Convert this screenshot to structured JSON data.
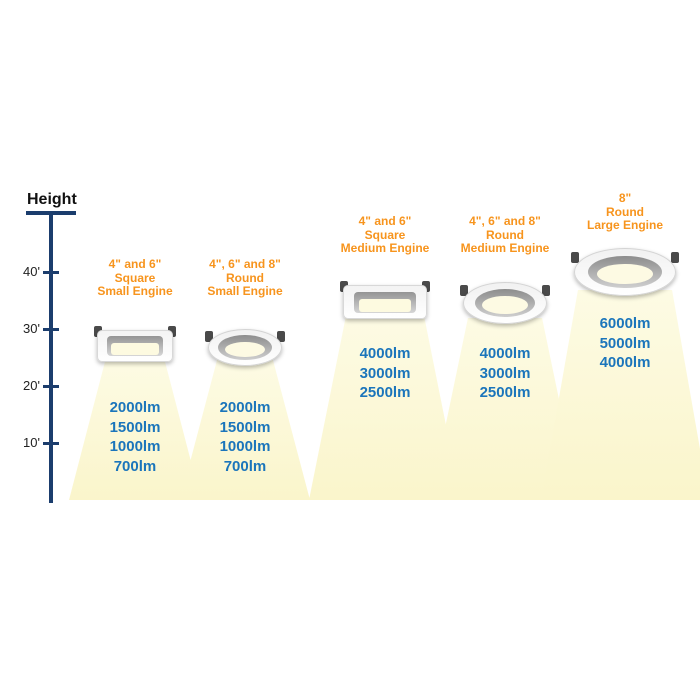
{
  "axis": {
    "title": "Height",
    "ticks": [
      "40'",
      "30'",
      "20'",
      "10'"
    ]
  },
  "colors": {
    "label_orange": "#F7941D",
    "lumen_blue": "#1B75BB",
    "axis_navy": "#1B3D6D",
    "beam_yellow": "#FBF7D2"
  },
  "fixtures": [
    {
      "shape": "square",
      "label": [
        "4\" and 6\"",
        "Square",
        "Small Engine"
      ],
      "lumens": [
        "2000lm",
        "1500lm",
        "1000lm",
        "700lm"
      ]
    },
    {
      "shape": "round",
      "label": [
        "4\", 6\" and 8\"",
        "Round",
        "Small Engine"
      ],
      "lumens": [
        "2000lm",
        "1500lm",
        "1000lm",
        "700lm"
      ]
    },
    {
      "shape": "square",
      "label": [
        "4\" and 6\"",
        "Square",
        "Medium Engine"
      ],
      "lumens": [
        "4000lm",
        "3000lm",
        "2500lm"
      ]
    },
    {
      "shape": "round",
      "label": [
        "4\", 6\" and 8\"",
        "Round",
        "Medium Engine"
      ],
      "lumens": [
        "4000lm",
        "3000lm",
        "2500lm"
      ]
    },
    {
      "shape": "round",
      "label": [
        "8\"",
        "Round",
        "Large Engine"
      ],
      "lumens": [
        "6000lm",
        "5000lm",
        "4000lm"
      ]
    }
  ]
}
